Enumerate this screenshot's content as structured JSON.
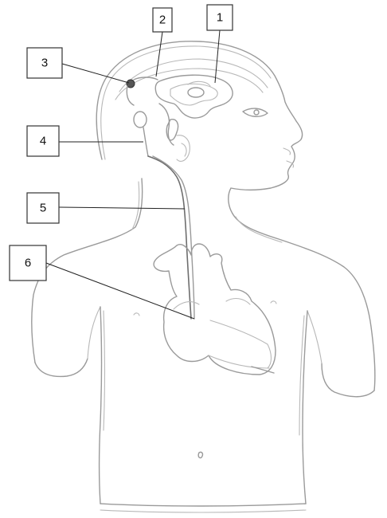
{
  "labels": [
    {
      "id": "label-1",
      "text": "1"
    },
    {
      "id": "label-2",
      "text": "2"
    },
    {
      "id": "label-3",
      "text": "3"
    },
    {
      "id": "label-4",
      "text": "4"
    },
    {
      "id": "label-5",
      "text": "5"
    },
    {
      "id": "label-6",
      "text": "6"
    }
  ]
}
